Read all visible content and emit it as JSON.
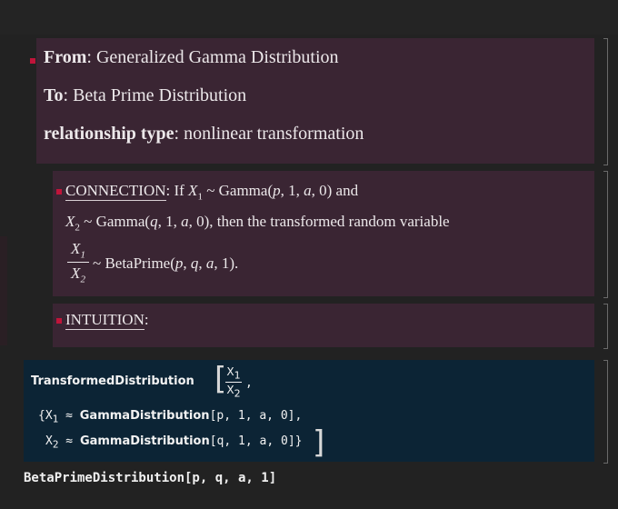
{
  "relationship": {
    "from_label": "From",
    "from_value": ": Generalized Gamma Distribution",
    "to_label": "To",
    "to_value": ": Beta Prime Distribution",
    "type_label": "relationship type",
    "type_value": ": nonlinear transformation"
  },
  "connection": {
    "heading": "CONNECTION",
    "l1a": ": If ",
    "x1": "X",
    "x1sub": "1",
    "l1b": " ~ Gamma(",
    "l1p": "p",
    "l1c": ", 1, ",
    "l1a_var": "a",
    "l1d": ", 0) and",
    "x2": "X",
    "x2sub": "2",
    "l2a": " ~ Gamma(",
    "l2q": "q",
    "l2b": ", 1, ",
    "l2a_var": "a",
    "l2c": ", 0), then the transformed random variable",
    "l3a": " ~ BetaPrime(",
    "l3p": "p",
    "l3b": ", ",
    "l3q": "q",
    "l3c": ", ",
    "l3a_var": "a",
    "l3d": ", 1)."
  },
  "intuition": {
    "heading": "INTUITION",
    "colon": ":"
  },
  "code": {
    "fn": "TransformedDistribution",
    "num": "X",
    "num_sub": "1",
    "den": "X",
    "den_sub": "2",
    "comma": ",",
    "row2_open": "{",
    "row2_var": "X",
    "row2_sub": "1",
    "approx": " ≈ ",
    "gamma_fn": "GammaDistribution",
    "row2_args": "[p, 1, a, 0],",
    "row3_var": "X",
    "row3_sub": "2",
    "row3_args": "[q, 1, a, 0]}"
  },
  "output": {
    "text": "BetaPrimeDistribution[p, q, a, 1]"
  },
  "colors": {
    "accent": "#c0143a",
    "card": "#3a2533",
    "code_bg": "#0c2435"
  }
}
